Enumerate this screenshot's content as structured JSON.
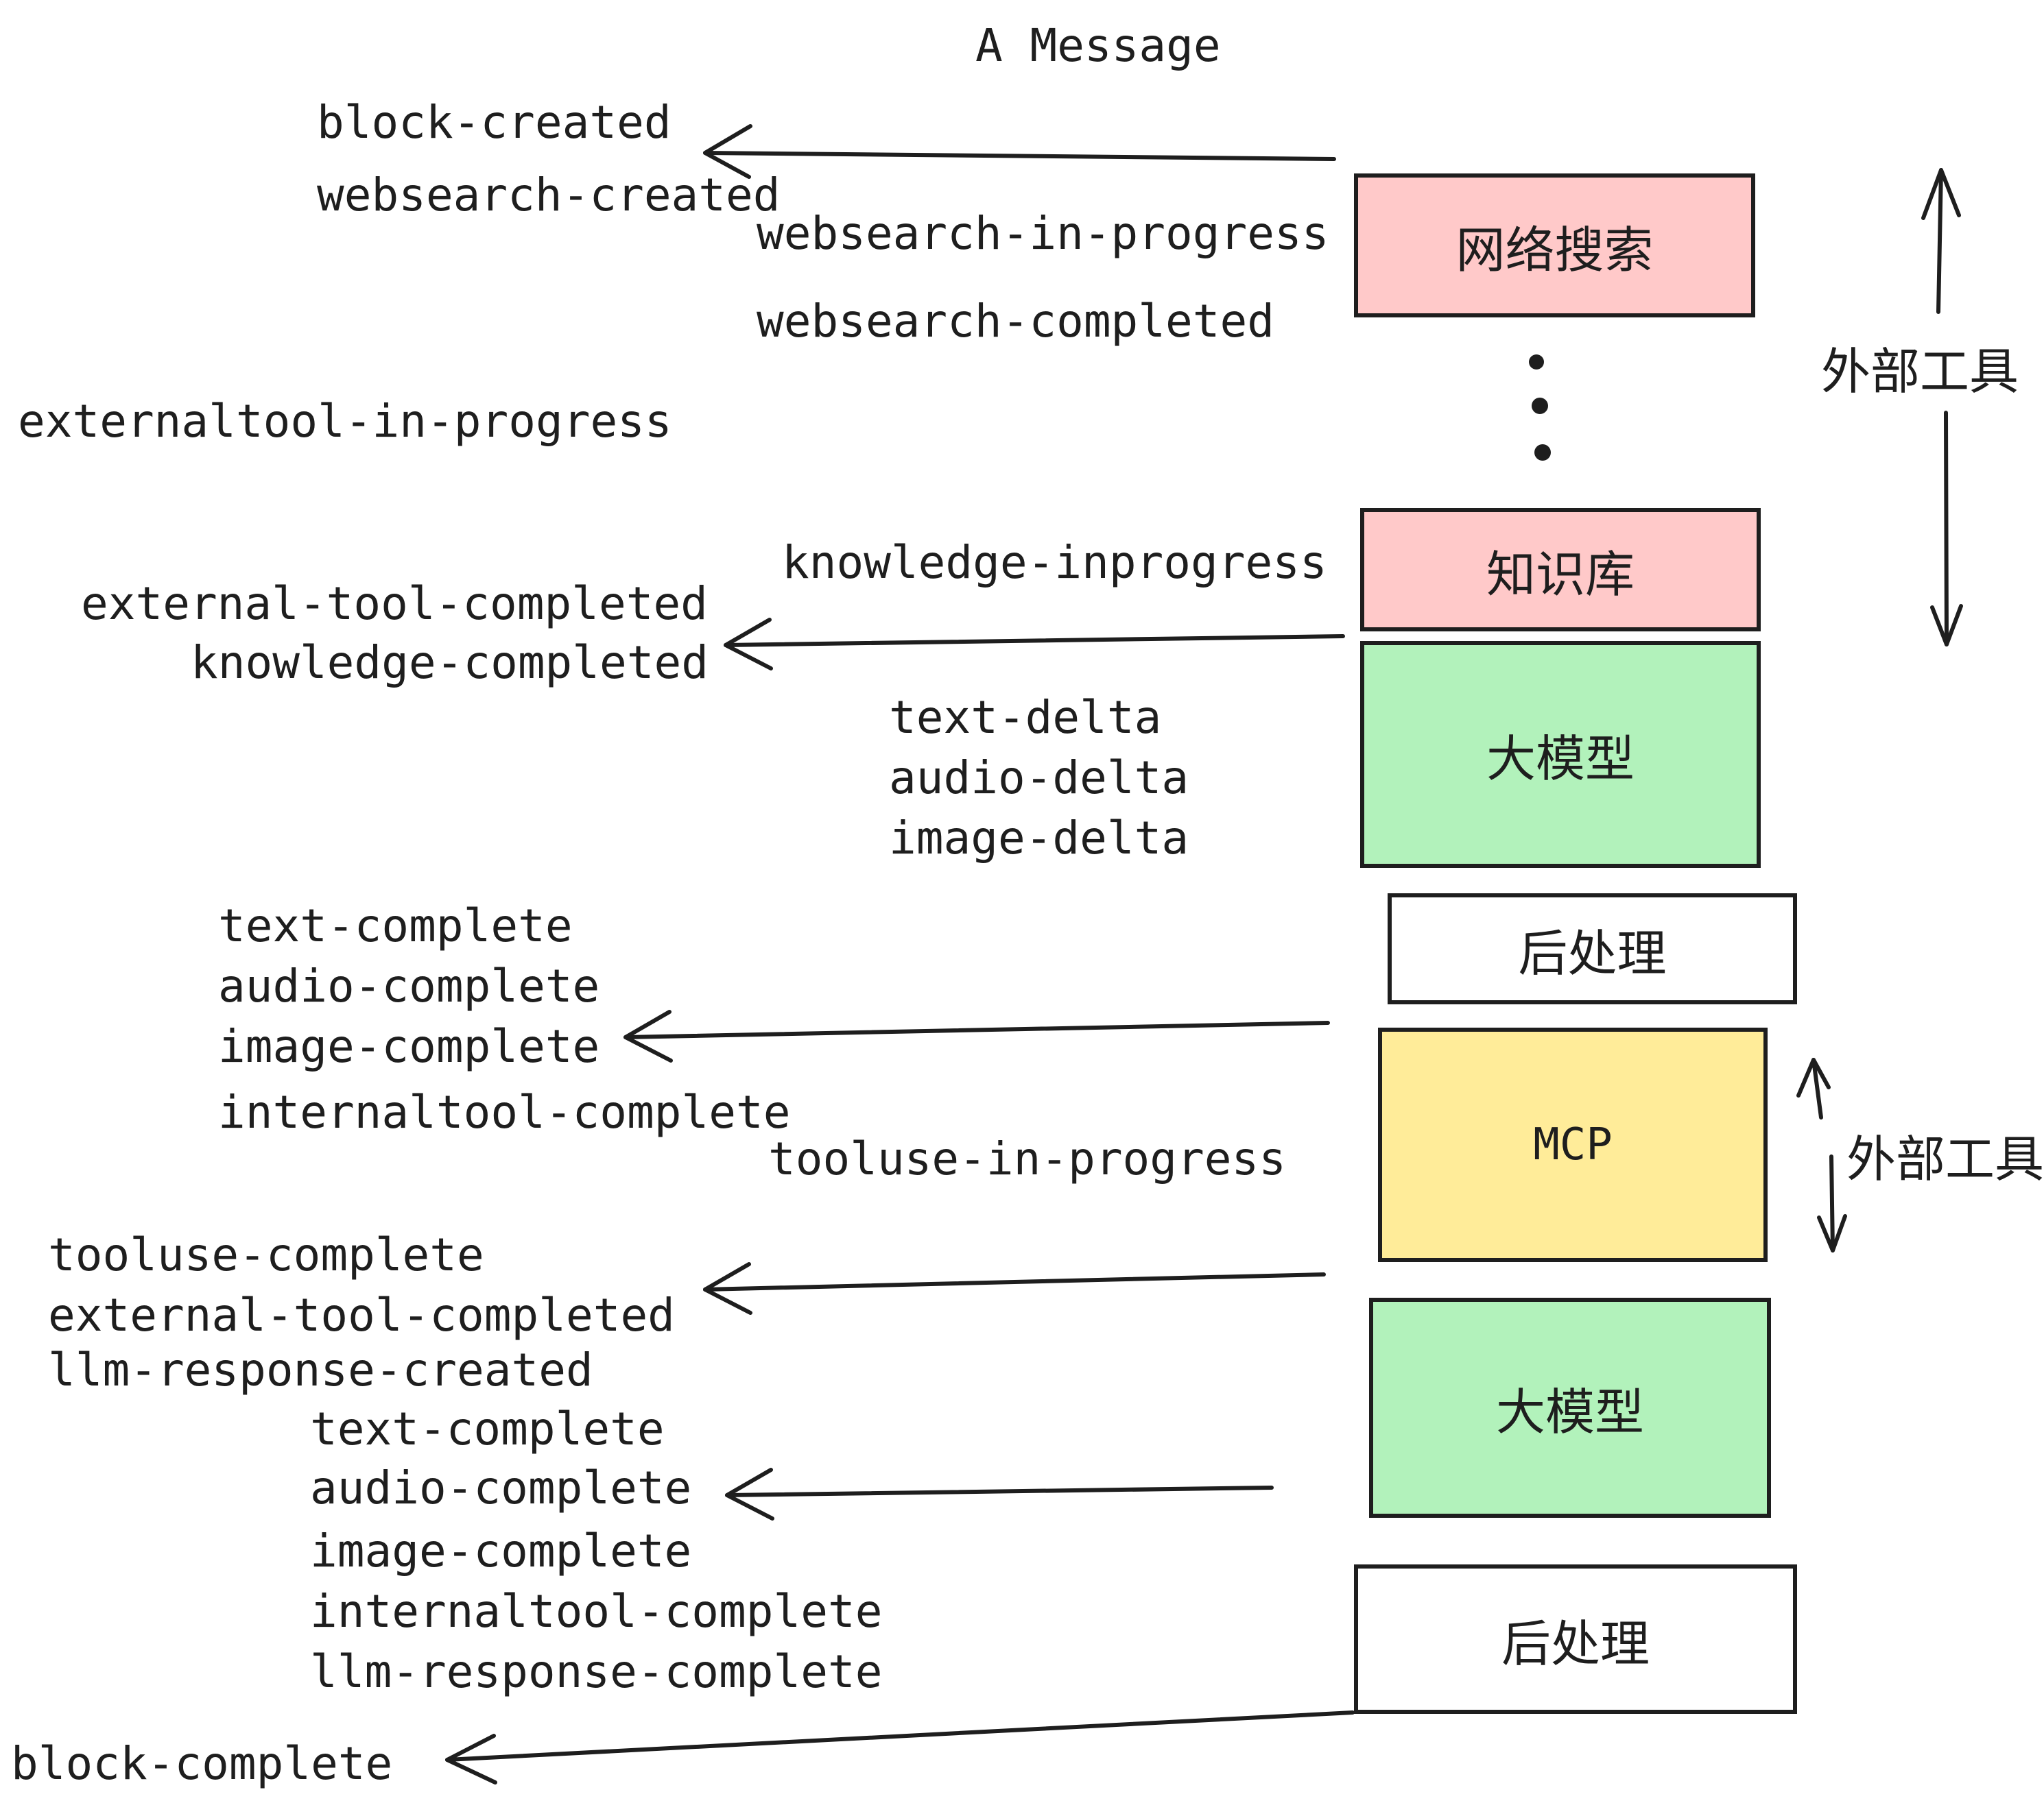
{
  "title": "A Message",
  "boxes": {
    "websearch": "网络搜索",
    "knowledge": "知识库",
    "llm1": "大模型",
    "post1": "后处理",
    "mcp": "MCP",
    "llm2": "大模型",
    "post2": "后处理"
  },
  "side_labels": {
    "external_tools_top": "外部工具",
    "external_tools_mcp": "外部工具"
  },
  "events": {
    "block_created": "block-created",
    "websearch_created": "websearch-created",
    "websearch_in_progress": "websearch-in-progress",
    "websearch_completed": "websearch-completed",
    "externaltool_in_progress": "externaltool-in-progress",
    "knowledge_inprogress": "knowledge-inprogress",
    "external_tool_completed_1": "external-tool-completed",
    "knowledge_completed": "knowledge-completed",
    "text_delta_1": "text-delta",
    "audio_delta_1": "audio-delta",
    "image_delta_1": "image-delta",
    "text_complete_1": "text-complete",
    "audio_complete_1": "audio-complete",
    "image_complete_1": "image-complete",
    "internaltool_complete_1": "internaltool-complete",
    "tooluse_in_progress": "tooluse-in-progress",
    "tooluse_complete": "tooluse-complete",
    "external_tool_completed_2": "external-tool-completed",
    "llm_response_created": "llm-response-created",
    "text_complete_2": "text-complete",
    "audio_complete_2": "audio-complete",
    "image_complete_2": "image-complete",
    "internaltool_complete_2": "internaltool-complete",
    "llm_response_complete": "llm-response-complete",
    "block_complete": "block-complete"
  },
  "colors": {
    "pink_fill": "#ffc9c9",
    "green_fill": "#b2f2bb",
    "yellow_fill": "#ffec99",
    "stroke": "#1e1e1e",
    "background": "#ffffff"
  }
}
